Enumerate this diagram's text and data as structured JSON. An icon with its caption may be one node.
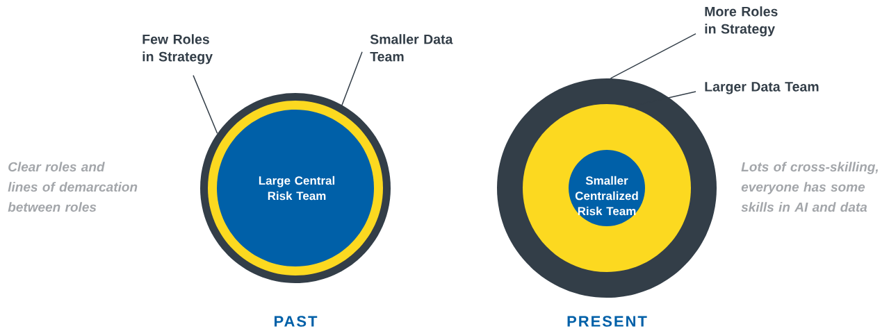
{
  "diagram": {
    "nodes": [
      {
        "text": [],
        "shape": "circle",
        "beside": [
          "PAST"
        ]
      },
      {
        "text": [],
        "shape": "circle",
        "in": 0
      },
      {
        "text": [
          "Large Central Risk Team"
        ],
        "in": 1
      },
      {
        "text": [
          "Few Roles in Strategy"
        ]
      },
      {
        "text": [
          "Smaller Data Team"
        ]
      },
      {
        "text": [],
        "shape": "circle",
        "beside": [
          "PRESENT"
        ]
      },
      {
        "text": [],
        "shape": "circle",
        "in": 5
      },
      {
        "text": [
          "Smaller Centralized Risk Team"
        ],
        "in": 6
      },
      {
        "text": [
          "More Roles in Strategy"
        ]
      },
      {
        "text": [
          "Larger Data Team"
        ]
      }
    ],
    "edges": [
      {
        "from": 3,
        "to": 0,
        "arrow": "none"
      },
      {
        "from": 4,
        "to": 1,
        "arrow": "none"
      },
      {
        "from": 8,
        "to": 5,
        "arrow": "none"
      },
      {
        "from": 9,
        "to": 6,
        "arrow": "none"
      }
    ],
    "labels": [
      "Clear roles and lines of demarcation between roles",
      "Lots of cross-skilling, everyone has some skills in AI and data"
    ]
  }
}
